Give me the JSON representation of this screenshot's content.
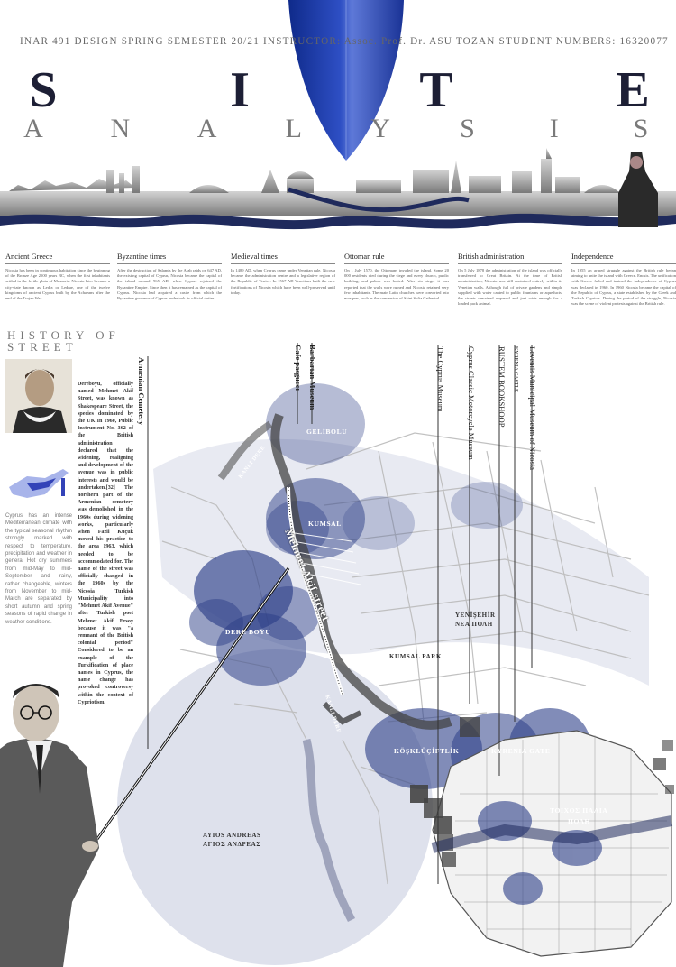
{
  "header": {
    "subtitle": "INAR 491 DESIGN SPRING SEMESTER 20/21 INSTRUCTOR: Assoc. Prof. Dr. ASU TOZAN STUDENT NUMBERS: 16320077",
    "title_letters": [
      "S",
      "I",
      "T",
      "E"
    ],
    "subtitle_letters": [
      "A",
      "N",
      "A",
      "L",
      "Y",
      "S",
      "I",
      "S"
    ]
  },
  "timeline": [
    {
      "title": "Ancient Greece",
      "body": "Nicosia has been in continuous habitation since the beginning of the Bronze Age 2500 years BC, when the first inhabitants settled in the fertile plain of Mesaoria. Nicosia later became a city-state known as Ledra or Ledrae, one of the twelve kingdoms of ancient Cyprus built by the Achaeans after the end of the Trojan War."
    },
    {
      "title": "Byzantine times",
      "body": "After the destruction of Salamis by the Arab raids on 647 AD, the existing capital of Cyprus, Nicosia became the capital of the island around 965 AD, when Cyprus rejoined the Byzantine Empire. Since then it has remained as the capital of Cyprus. Nicosia had acquired a castle from which the Byzantine governor of Cyprus undertook its official duties."
    },
    {
      "title": "Medieval times",
      "body": "In 1489 AD, when Cyprus came under Venetian rule, Nicosia became the administration centre and a legislative region of the Republic of Venice. In 1567 AD Venetians built the new fortifications of Nicosia which have been well-preserved until today."
    },
    {
      "title": "Ottoman rule",
      "body": "On 1 July 1570, the Ottomans invaded the island. Some 20 000 residents died during the siege and every church, public building, and palace was looted. After six siege, it was reported that the walls were ruined and Nicosia retained very few inhabitants. The main Latin churches were converted into mosques, such as the conversion of Saint Sofia Cathedral."
    },
    {
      "title": "British administration",
      "body": "On 5 July 1878 the administration of the island was officially transferred to Great Britain. At the time of British administration, Nicosia was still contained entirely within its Venetian walls. Although full of private gardens and simple supplied with water canted to public fountains or aqueducts, the streets remained unpaved and just wide enough for a loaded pack animal."
    },
    {
      "title": "Independence",
      "body": "In 1955 an armed struggle against the British rule began aiming to unite the island with Greece. Enosis. The unification with Greece failed and instead the independence of Cyprus was declared in 1960. In 1960 Nicosia became the capital of the Republic of Cyprus, a state established by the Greek and Turkish Cypriots. During the period of the struggle, Nicosia was the scene of violent protests against the British rule."
    }
  ],
  "history": {
    "title_line1": "HISTORY OF",
    "title_line2": "STREET",
    "street_text": "Dereboyu, officially named Mehmet Akif Street, was known as Shakespeare Street, the species dominated by the UK In 1960, Public Instrument No. 362 of the British administration declared that the widening, realigning and development of the avenue was in public interests and would be undertaken.[32] The northern part of the Armenian cemetery was demolished in the 1960s during widening works, particularly when Fazil Küçük moved his practice to the area 1963, which needed to be accommodated for. The name of the street was officially changed in the 1960s by the Nicosia Turkish Municipality into \"Mehmet Akif Avenue\" after Turkish poet Mehmet Akif Ersoy because it was \"a remnant of the British colonial period\" Considered to be an example of the Turkification of place names in Cyprus, the name change has provoked controversy within the context of Cypriotism.",
    "climate_text": "Cyprus has an intense Mediterranean climate with the typical seasonal rhythm strongly marked with respect to temperature, precipitation and weather in general Hot dry summers from mid-May to mid-September and rainy, rather changeable, winters from November to mid-March are separated by short autumn and spring seasons of rapid change in weather conditions."
  },
  "landmarks": {
    "armenian": "Armenian Cemetery",
    "cafe": "Cafe pasguccı",
    "barbarian": "Barbarian Museum",
    "cyprus_museum": "The Cyprus Museum",
    "motorcycle": "Cyprus Classic Motorcycle Museum",
    "rustem": "RUSTEM BOOKSHOOP",
    "kyrenia_castle": "KYRENIA CASTLE",
    "leventis": "Leventis Municipal Museum of Nicosia"
  },
  "map_labels": {
    "gelibolu": "GELİBOLU",
    "kanli_dere_top": "KANLI DERE",
    "kumsal": "KUMSAL",
    "street": "Mehmet Akif street",
    "dere_boyu": "DERE BOYU",
    "yenisehir": "YENİŞEHİR",
    "nea_poli": "ΝΕΑ ΠΟΛΗ",
    "kumsal_park": "KUMSAL PARK",
    "kanli_dere_bottom": "KANLI DERE",
    "koskluciftlik": "KÖŞKLÜÇİFTLİK",
    "kyrenia_gate": "KYRENIA GATE",
    "walls_gr_1": "ΤΟΙΧΟΣ ΠΑΛΙΑ",
    "walls_gr_2": "ΠΟΛΗ",
    "ayios_1": "AYIOS ANDREAS",
    "ayios_2": "ΑΓΙΟΣ ΑΝΔΡΕΑΣ"
  },
  "colors": {
    "accent_blue": "#2d3f88",
    "pale_blue": "#d8dce9",
    "mid_blue": "#5b6aa3",
    "dark_blue": "#243268"
  }
}
